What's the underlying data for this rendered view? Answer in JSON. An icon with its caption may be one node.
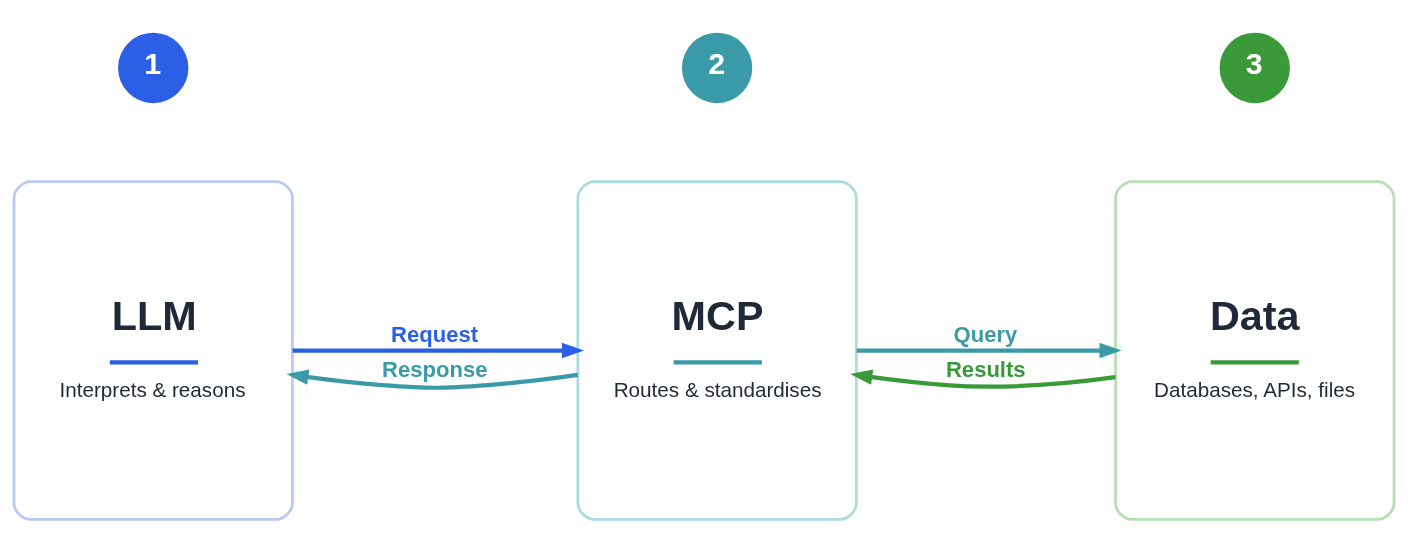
{
  "diagram": {
    "nodes": [
      {
        "text": [
          "1"
        ]
      },
      {
        "text": [
          "LLM",
          "Interprets & reasons"
        ]
      },
      {
        "text": [
          "2"
        ]
      },
      {
        "text": [
          "MCP",
          "Routes & standardises"
        ]
      },
      {
        "text": [
          "3"
        ]
      },
      {
        "text": [
          "Data",
          "Databases, APIs, files"
        ]
      }
    ],
    "edges": [
      {
        "from": 1,
        "to": 3,
        "arrow": "to",
        "label": "Request",
        "color": "#2a5fe6"
      },
      {
        "from": 3,
        "to": 1,
        "arrow": "to",
        "label": "Response"
      },
      {
        "from": 3,
        "to": 5,
        "arrow": "to",
        "label": "Query"
      },
      {
        "from": 5,
        "to": 3,
        "arrow": "to",
        "label": "Results",
        "color": "#3a9a3a"
      }
    ]
  }
}
